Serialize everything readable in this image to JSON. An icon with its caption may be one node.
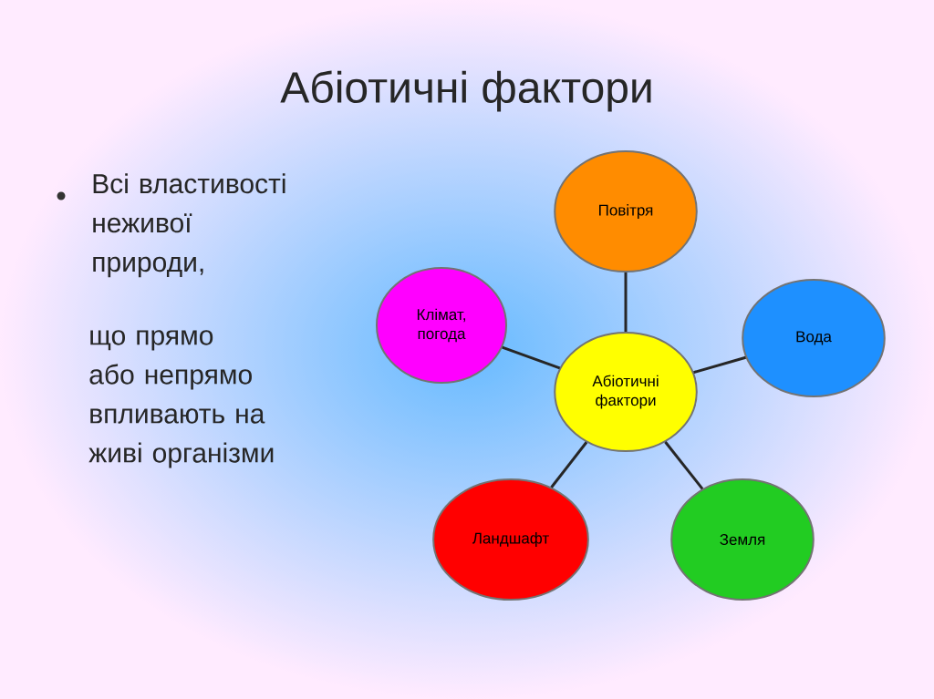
{
  "diagram": {
    "title": "Абіотичні фактори",
    "nodes": [
      {
        "text": [
          "Повітря"
        ]
      },
      {
        "text": [
          "Клімат, погода"
        ]
      },
      {
        "text": [
          "Вода"
        ]
      },
      {
        "text": [
          "Абіотичні фактори"
        ]
      },
      {
        "text": [
          "Ландшафт"
        ]
      },
      {
        "text": [
          "Земля"
        ]
      }
    ],
    "edges": [
      {
        "from": 3,
        "to": 0,
        "arrow": "none"
      },
      {
        "from": 3,
        "to": 1,
        "arrow": "none"
      },
      {
        "from": 3,
        "to": 2,
        "arrow": "none"
      },
      {
        "from": 3,
        "to": 4,
        "arrow": "none"
      },
      {
        "from": 3,
        "to": 5,
        "arrow": "none"
      }
    ],
    "labels": [
      "Всі властивості неживої природи,",
      "що прямо або непрямо впливають на живі організми"
    ]
  }
}
